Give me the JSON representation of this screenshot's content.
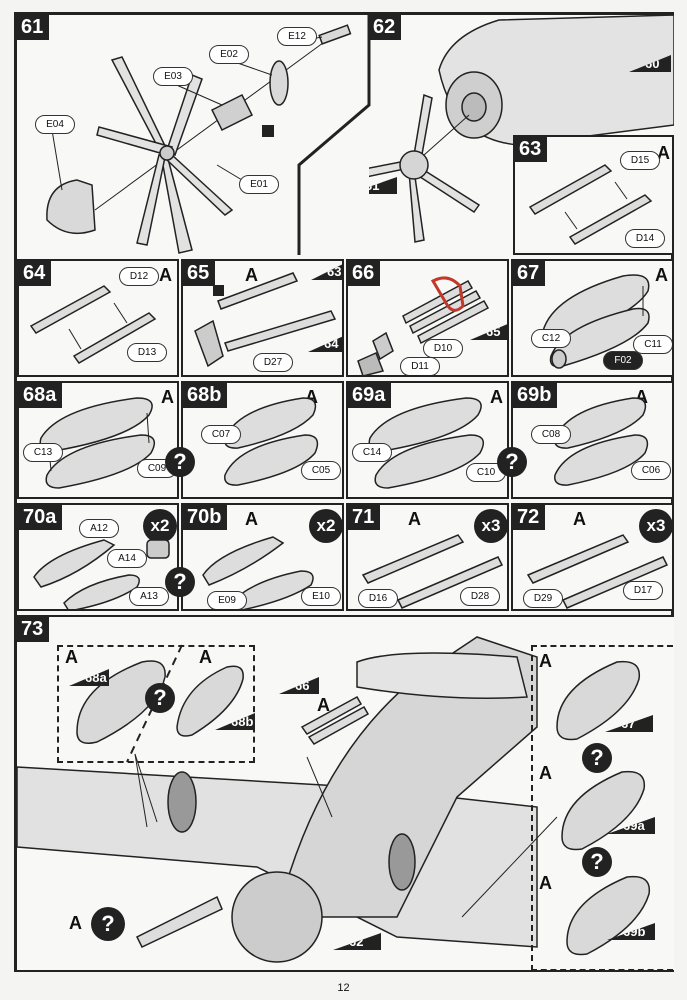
{
  "page_number": "12",
  "steps": {
    "s61": {
      "num": "61",
      "parts": [
        "E04",
        "E03",
        "E02",
        "E12",
        "E01"
      ]
    },
    "s62": {
      "num": "62",
      "refs": [
        "60",
        "61"
      ]
    },
    "s63": {
      "num": "63",
      "letter": "A",
      "parts": [
        "D15",
        "D14"
      ]
    },
    "s64": {
      "num": "64",
      "letter": "A",
      "parts": [
        "D12",
        "D13"
      ]
    },
    "s65": {
      "num": "65",
      "letter": "A",
      "parts": [
        "D27"
      ],
      "refs": [
        "63",
        "64"
      ]
    },
    "s66": {
      "num": "66",
      "parts": [
        "D10",
        "D11"
      ],
      "refs": [
        "65"
      ]
    },
    "s67": {
      "num": "67",
      "letter": "A",
      "parts": [
        "C12",
        "C11",
        "F02"
      ]
    },
    "s68a": {
      "num": "68a",
      "letter": "A",
      "parts": [
        "C13",
        "C09"
      ]
    },
    "s68b": {
      "num": "68b",
      "letter": "A",
      "parts": [
        "C07",
        "C05"
      ]
    },
    "s69a": {
      "num": "69a",
      "letter": "A",
      "parts": [
        "C14",
        "C10"
      ]
    },
    "s69b": {
      "num": "69b",
      "letter": "A",
      "parts": [
        "C08",
        "C06"
      ]
    },
    "s70a": {
      "num": "70a",
      "mult": "x2",
      "parts": [
        "A12",
        "A14",
        "A13"
      ]
    },
    "s70b": {
      "num": "70b",
      "letter": "A",
      "mult": "x2",
      "parts": [
        "E09",
        "E10"
      ]
    },
    "s71": {
      "num": "71",
      "letter": "A",
      "mult": "x3",
      "parts": [
        "D16",
        "D28"
      ]
    },
    "s72": {
      "num": "72",
      "letter": "A",
      "mult": "x3",
      "parts": [
        "D29",
        "D17"
      ]
    },
    "s73": {
      "num": "73",
      "letters": [
        "A",
        "A",
        "A",
        "A",
        "A",
        "A"
      ],
      "refs": [
        "68a",
        "68b",
        "66",
        "67",
        "69a",
        "69b",
        "62"
      ]
    }
  },
  "question_mark": "?",
  "colors": {
    "ink": "#222222",
    "paper": "#f7f7f5",
    "part_fill": "#d9d9d9",
    "highlight": "#c0392b"
  }
}
